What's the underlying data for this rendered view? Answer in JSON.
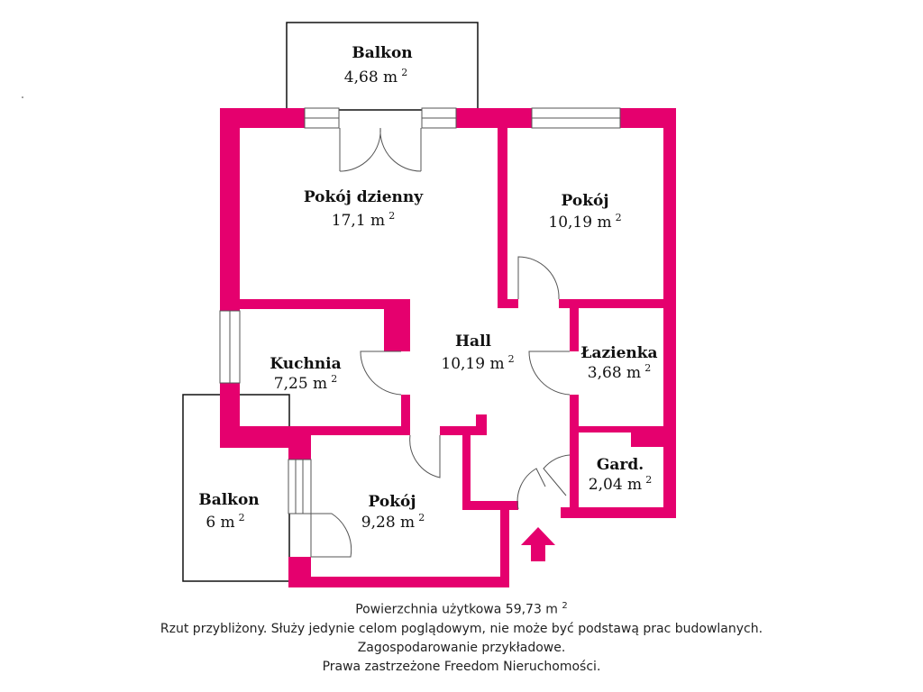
{
  "colors": {
    "wall": "#e5006e",
    "outline": "#111111"
  },
  "rooms": {
    "balkon_top": {
      "name": "Balkon",
      "area": "4,68 m"
    },
    "living": {
      "name": "Pokój dzienny",
      "area": "17,1 m"
    },
    "pokoj_top": {
      "name": "Pokój",
      "area": "10,19 m"
    },
    "hall": {
      "name": "Hall",
      "area": "10,19 m"
    },
    "kuchnia": {
      "name": "Kuchnia",
      "area": "7,25 m"
    },
    "lazienka": {
      "name": "Łazienka",
      "area": "3,68 m"
    },
    "gard": {
      "name": "Gard.",
      "area": "2,04 m"
    },
    "balkon_left": {
      "name": "Balkon",
      "area": "6 m"
    },
    "pokoj_bottom": {
      "name": "Pokój",
      "area": "9,28 m"
    }
  },
  "sup": "2",
  "icons": {
    "entrance": "entrance-arrow-icon"
  },
  "caption": {
    "line1": "Powierzchnia użytkowa 59,73 m",
    "line2": "Rzut przybliżony. Służy jedynie celom poglądowym, nie może być podstawą prac budowlanych.",
    "line3": "Zagospodarowanie przykładowe.",
    "line4": "Prawa zastrzeżone Freedom Nieruchomości."
  }
}
